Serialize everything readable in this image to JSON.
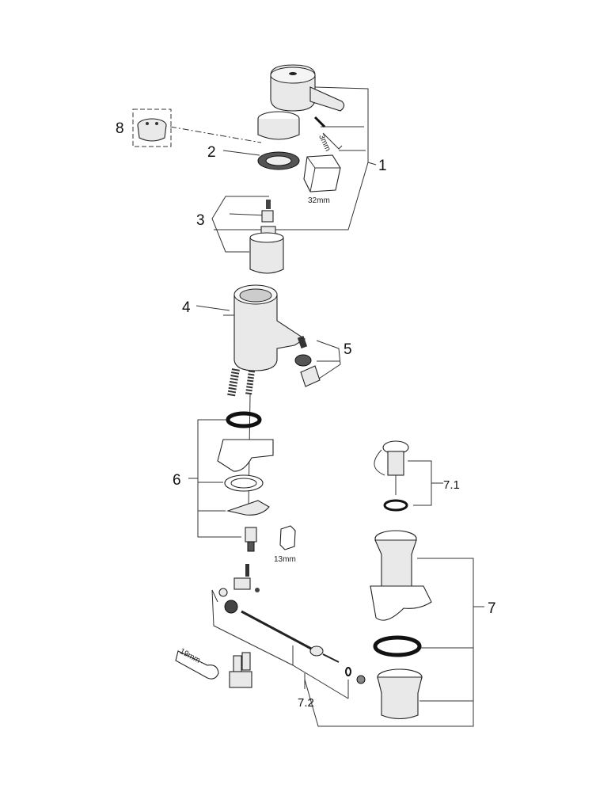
{
  "callouts": {
    "c1": "1",
    "c2": "2",
    "c3": "3",
    "c4": "4",
    "c5": "5",
    "c6": "6",
    "c7": "7",
    "c71": "7.1",
    "c72": "7.2",
    "c8": "8"
  },
  "tool_sizes": {
    "hex_key": "3mm",
    "wrench_32": "32mm",
    "wrench_13": "13mm",
    "wrench_19": "19mm"
  }
}
